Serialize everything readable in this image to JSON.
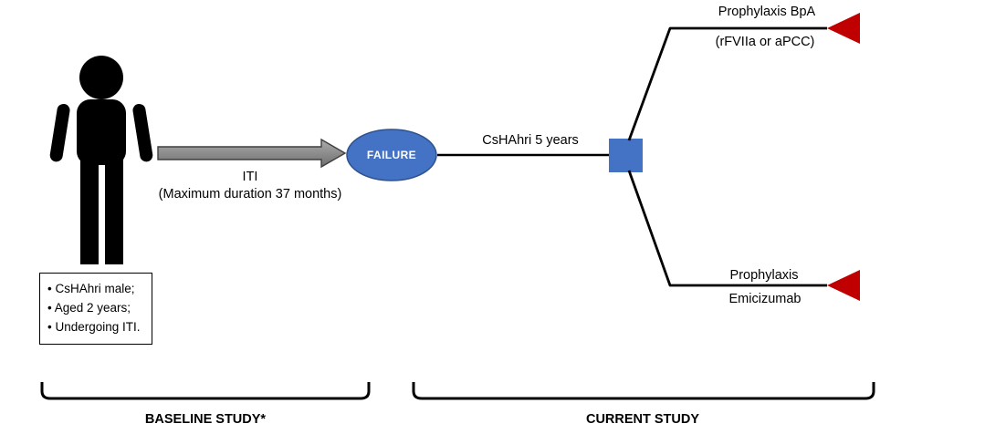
{
  "patient_box": {
    "bullets": [
      "• CsHAhri male;",
      "• Aged 2 years;",
      "• Undergoing ITI."
    ]
  },
  "iti_arrow": {
    "label": "ITI",
    "sublabel": "(Maximum duration 37 months)"
  },
  "failure_node": {
    "label": "FAILURE"
  },
  "timeline": {
    "label": "CsHAhri 5 years"
  },
  "branch_top": {
    "label": "Prophylaxis BpA",
    "sublabel": "(rFVIIa or aPCC)"
  },
  "branch_bottom": {
    "label": "Prophylaxis",
    "sublabel": "Emicizumab"
  },
  "footer": {
    "baseline_label": "BASELINE STUDY*",
    "current_label": "CURRENT STUDY"
  },
  "colors": {
    "node_blue": "#4472C4",
    "node_blue_border": "#2F528F",
    "terminal_red": "#C00000",
    "arrow_gray": "#8C8C8C",
    "line_black": "#000000"
  }
}
